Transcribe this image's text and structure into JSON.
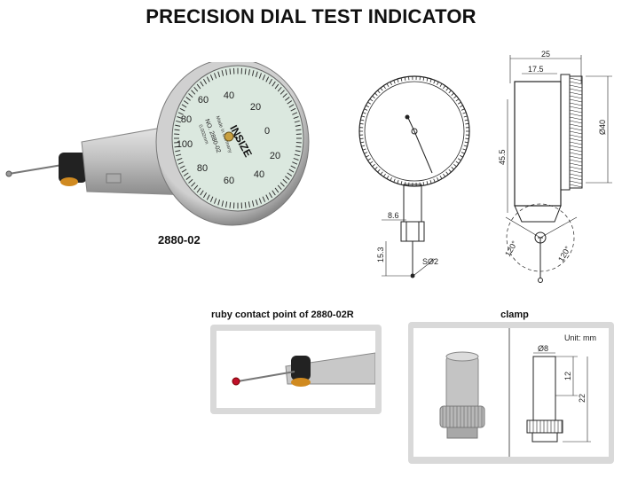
{
  "title": "PRECISION DIAL TEST INDICATOR",
  "model": "2880-02",
  "photo": {
    "dial_numbers": [
      "0",
      "20",
      "40",
      "60",
      "80",
      "100",
      "80",
      "60",
      "40",
      "20"
    ],
    "brand": "INSIZE",
    "model_label": "NO. 2880-02",
    "made_in": "Made in Germany",
    "resolution": "0.002mm"
  },
  "front_drawing": {
    "dim_width": "8.6",
    "dim_height": "15.3",
    "dim_ball": "SØ2"
  },
  "side_drawing": {
    "dim_total": "25",
    "dim_offset": "17.5",
    "dim_dia": "Ø40",
    "dim_height": "45.5",
    "angle_left": "120°",
    "angle_right": "120°"
  },
  "ruby": {
    "caption": "ruby contact point of 2880-02R",
    "colors": {
      "ruby": "#c0102a"
    }
  },
  "clamp": {
    "caption": "clamp",
    "unit": "Unit: mm",
    "dim_dia": "Ø8",
    "dim_12": "12",
    "dim_22": "22"
  }
}
